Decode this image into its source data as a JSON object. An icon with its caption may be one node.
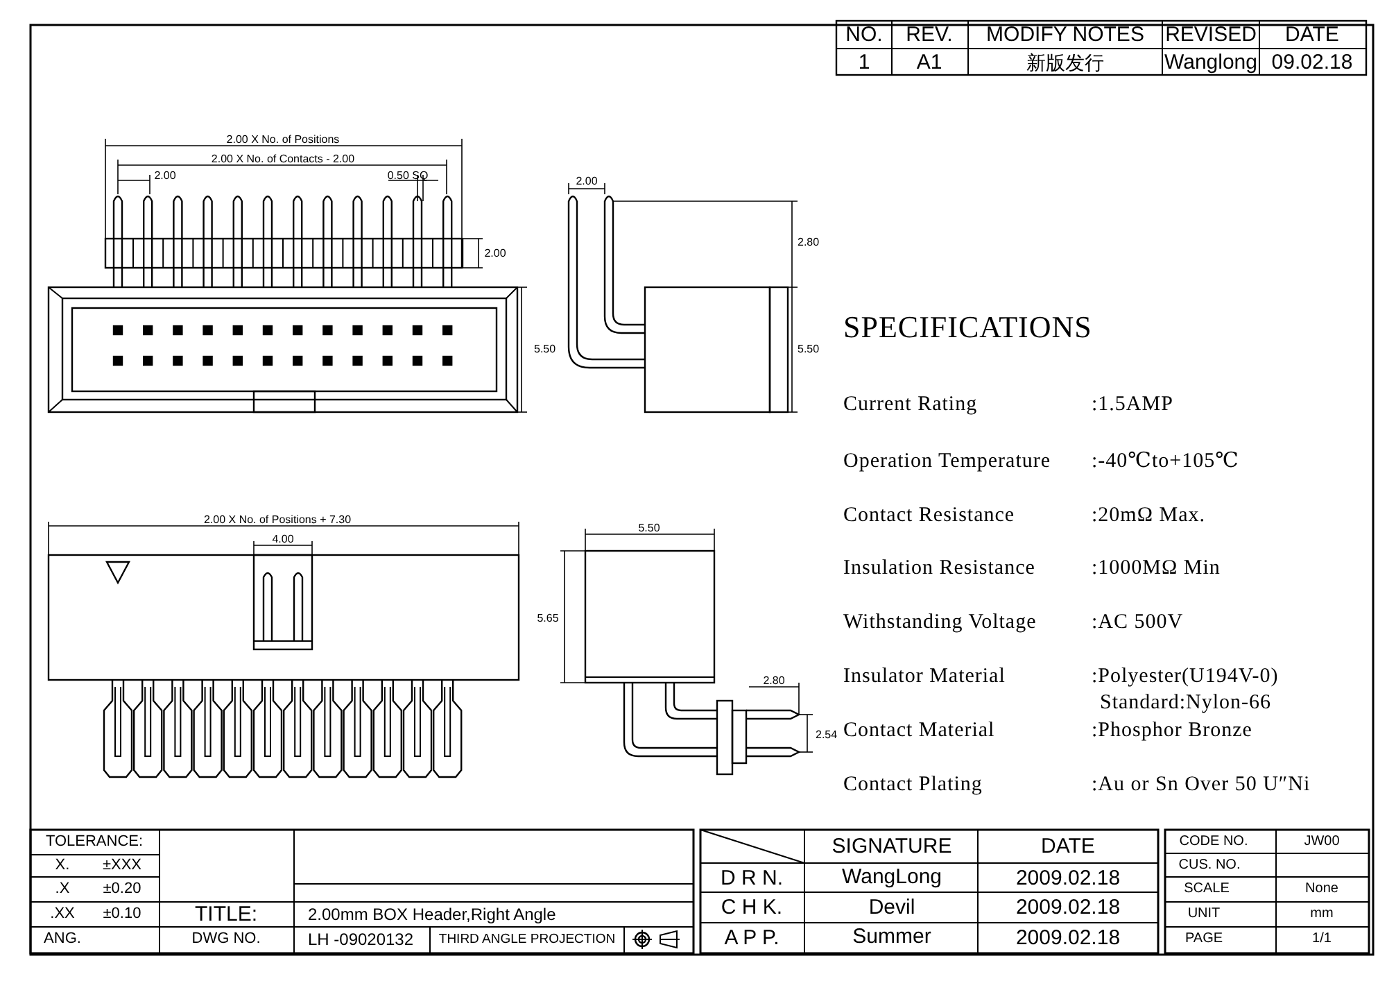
{
  "diagram": {
    "labels": [
      "NO.",
      "REV.",
      "MODIFY NOTES",
      "REVISED",
      "DATE",
      "1",
      "A1",
      "新版发行",
      "Wanglong",
      "09.02.18",
      "2.00 X No. of Positions",
      "2.00 X No. of Contacts - 2.00",
      "2.00",
      "0.50 SQ",
      "2.00",
      "5.50",
      "2.00",
      "2.80",
      "5.50",
      "SPECIFICATIONS",
      "Current Rating",
      ":1.5AMP",
      "Operation Temperature",
      ":-40℃to+105℃",
      "Contact Resistance",
      ":20mΩ Max.",
      "Insulation Resistance",
      ":1000MΩ Min",
      "Withstanding Voltage",
      ":AC 500V",
      "Insulator Material",
      ":Polyester(U194V-0)",
      "Standard:Nylon-66",
      "Contact Material",
      ":Phosphor Bronze",
      "Contact Plating",
      ":Au or Sn Over 50 U″Ni",
      "2.00 X No. of Positions + 7.30",
      "4.00",
      "5.50",
      "5.65",
      "2.80",
      "2.54",
      "TOLERANCE:",
      "X.",
      "±XXX",
      ".X",
      "±0.20",
      ".XX",
      "±0.10",
      "ANG.",
      "TITLE:",
      "2.00mm BOX Header,Right Angle",
      "DWG NO.",
      "LH -09020132",
      "THIRD ANGLE PROJECTION",
      "SIGNATURE",
      "DATE",
      "D R N.",
      "WangLong",
      "2009.02.18",
      "C H K.",
      "Devil",
      "2009.02.18",
      "A P P.",
      "Summer",
      "2009.02.18",
      "CODE NO.",
      "JW00",
      "CUS. NO.",
      "SCALE",
      "None",
      "UNIT",
      "mm",
      "PAGE",
      "1/1"
    ]
  }
}
